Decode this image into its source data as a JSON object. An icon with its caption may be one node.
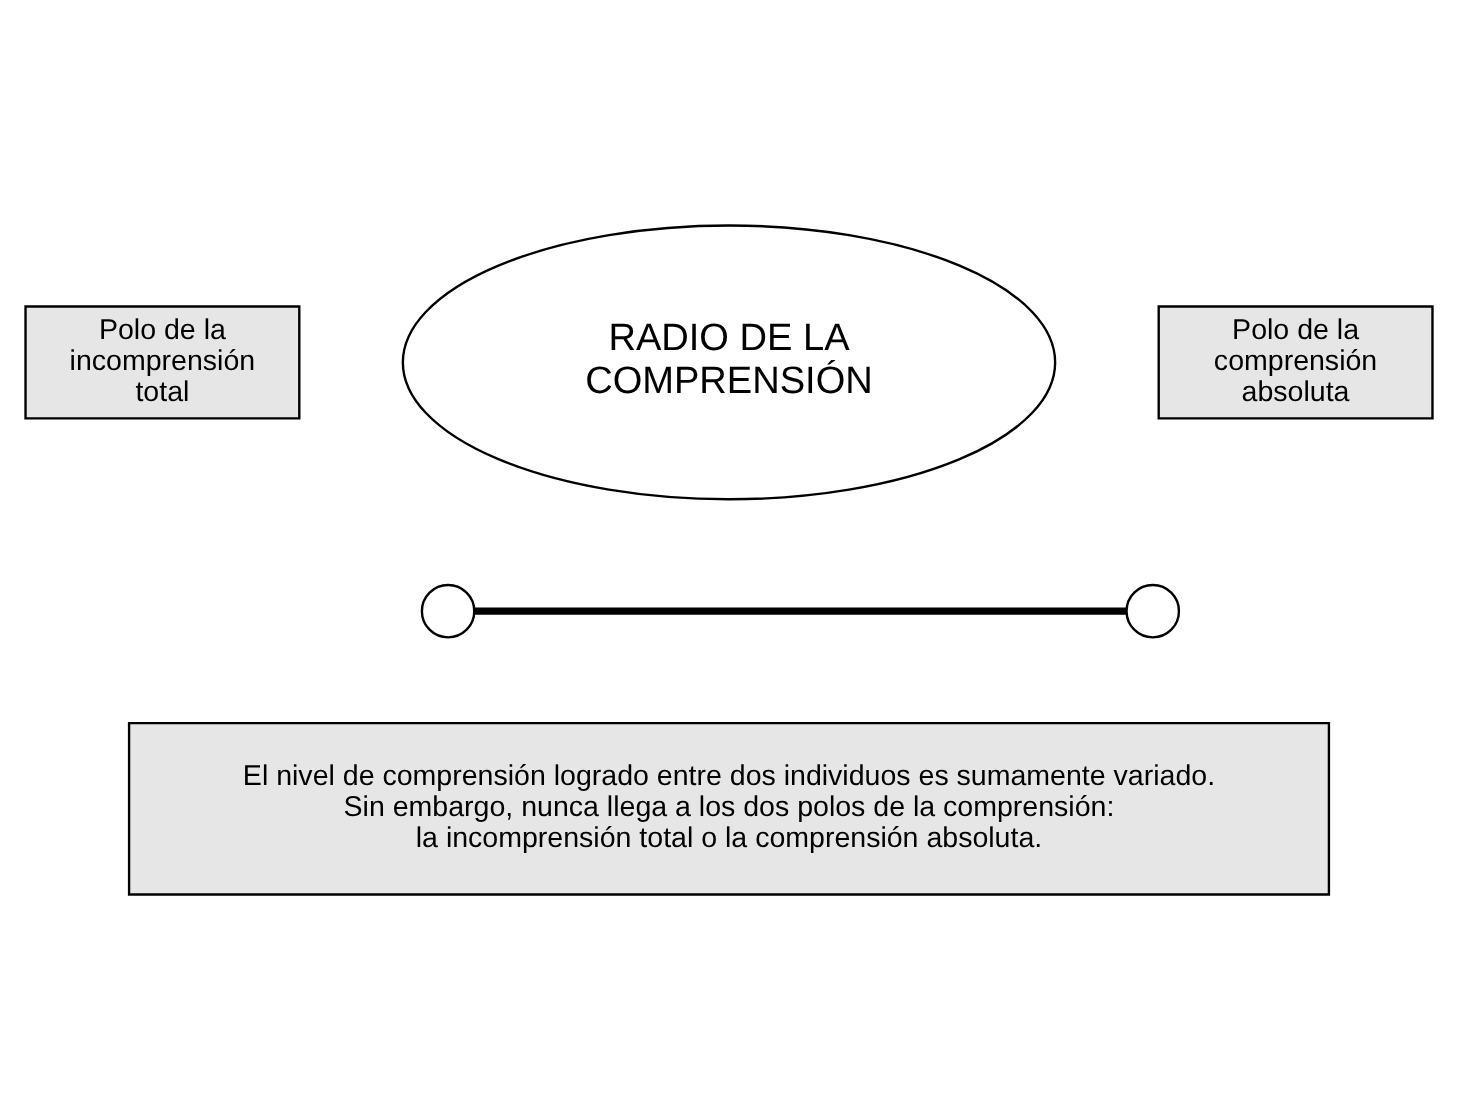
{
  "diagram": {
    "nodes": [
      {
        "text": [
          "Polo de la incomprensión total"
        ]
      },
      {
        "text": [
          "Polo de la comprensión absoluta"
        ]
      },
      {
        "text": [
          "RADIO DE LA COMPRENSIÓN"
        ]
      },
      {
        "text": [],
        "shape": "circle"
      },
      {
        "text": [],
        "shape": "circle"
      },
      {
        "text": [
          "El nivel de comprensión logrado entre dos individuos es sumamente variado. Sin embargo, nunca llega a los dos polos de la comprensión: la incomprensión total o la comprensión absoluta."
        ]
      }
    ],
    "edges": [
      {
        "from": 3,
        "to": 4,
        "arrow": "none"
      }
    ]
  }
}
